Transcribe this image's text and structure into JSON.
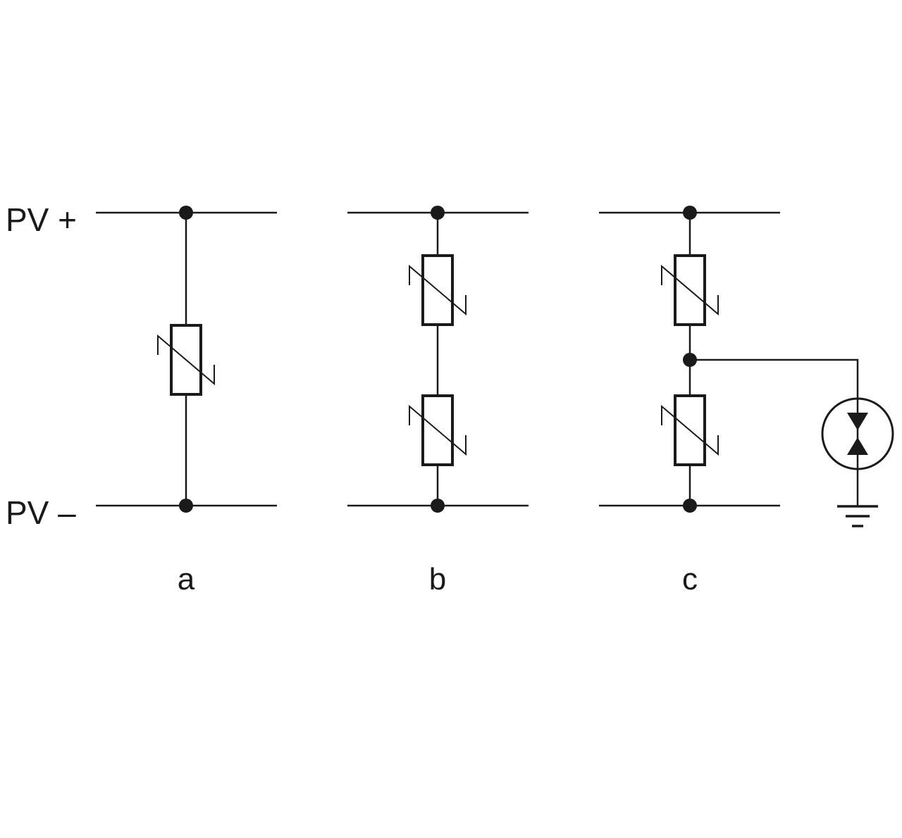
{
  "labels": {
    "pv_plus": "PV +",
    "pv_minus": "PV –",
    "circuit_a": "a",
    "circuit_b": "b",
    "circuit_c": "c"
  },
  "colors": {
    "line": "#1a1a1a",
    "background": "#ffffff"
  },
  "components": {
    "circuit_a": [
      "varistor"
    ],
    "circuit_b": [
      "varistor",
      "varistor"
    ],
    "circuit_c": [
      "varistor",
      "varistor",
      "gas-discharge-tube",
      "ground"
    ]
  }
}
